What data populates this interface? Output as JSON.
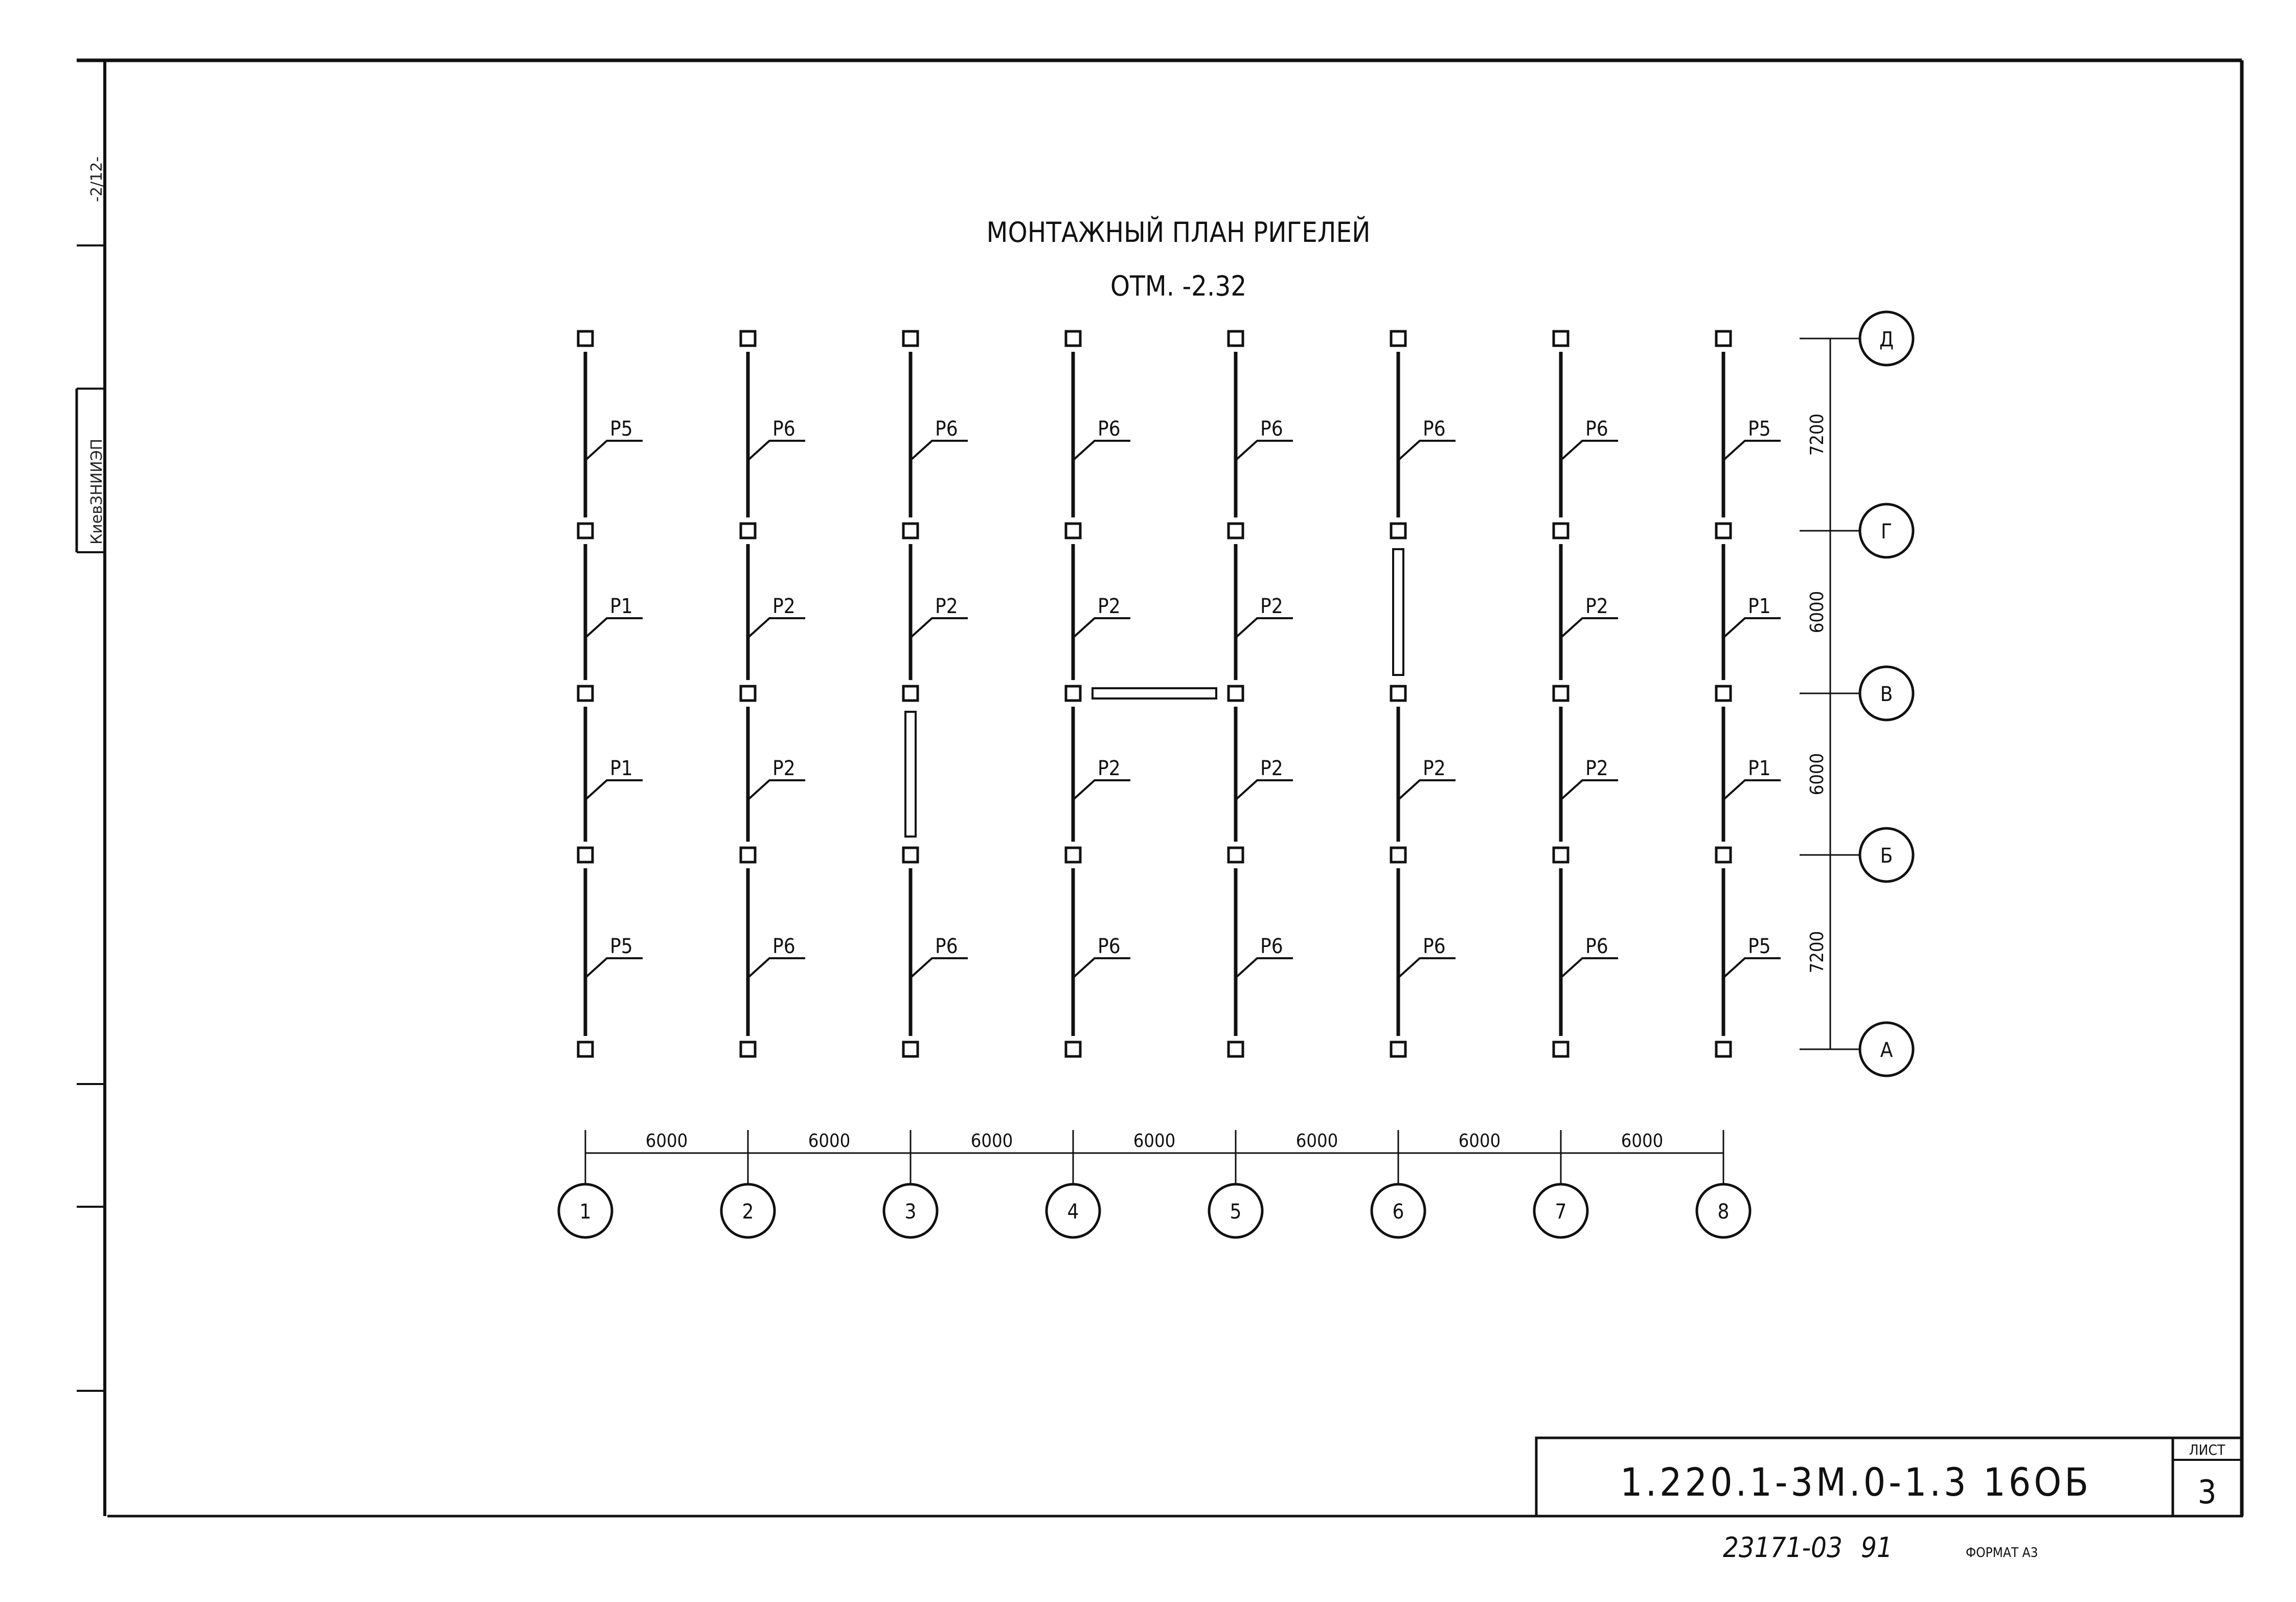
{
  "title": "МОНТАЖНЫЙ ПЛАН РИГЕЛЕЙ",
  "subtitle": "ОТМ. -2.32",
  "margin_labels": [
    "КиевЗНИИЭП",
    "-2/12-"
  ],
  "column_axes": [
    "1",
    "2",
    "3",
    "4",
    "5",
    "6",
    "7",
    "8"
  ],
  "row_axes": [
    "Д",
    "Г",
    "В",
    "Б",
    "А"
  ],
  "column_spacings": [
    "6000",
    "6000",
    "6000",
    "6000",
    "6000",
    "6000",
    "6000"
  ],
  "row_spacings": [
    "7200",
    "6000",
    "6000",
    "7200"
  ],
  "beam_rows": [
    [
      "Р5",
      "Р6",
      "Р6",
      "Р6",
      "Р6",
      "Р6",
      "Р6",
      "Р5"
    ],
    [
      "Р1",
      "Р2",
      "Р2",
      "Р2",
      "Р2",
      "",
      "Р2",
      "Р1"
    ],
    [
      "Р1",
      "Р2",
      "",
      "Р2",
      "Р2",
      "Р2",
      "Р2",
      "Р1"
    ],
    [
      "Р5",
      "Р6",
      "Р6",
      "Р6",
      "Р6",
      "Р6",
      "Р6",
      "Р5"
    ]
  ],
  "title_block": {
    "code": "1.220.1-3М.0-1.3 16ОБ",
    "sheet_label": "ЛИСТ",
    "sheet_number": "3"
  },
  "footer": {
    "inventory": "23171-03",
    "number": "91",
    "format": "ФОРМАТ А3"
  }
}
